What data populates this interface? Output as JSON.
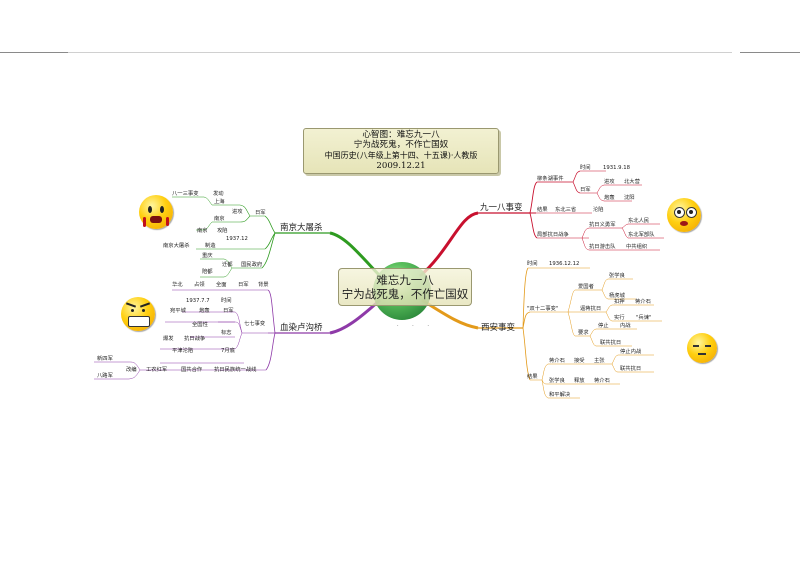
{
  "title": {
    "line1": "心智图：难忘九一八",
    "line2": "宁为战死鬼，不作亡国奴",
    "line3": "中国历史(八年级上第十四、十五课)·人教版",
    "line4": "2009.12.21"
  },
  "center": {
    "line1": "难忘九一八",
    "line2": "宁为战死鬼，不作亡国奴"
  },
  "branches": {
    "b918": {
      "label": "九一八事变",
      "t1": "柳条湖事件",
      "t2": "时间",
      "t3": "1931.9.18",
      "t4": "日军",
      "t5": "进攻",
      "t6": "北大营",
      "t7": "炮轰",
      "t8": "沈阳",
      "t9": "结果",
      "t10": "东北三省",
      "t11": "沦陷",
      "t12": "局部抗日战争",
      "t13": "抗日义勇军",
      "t14": "东北人民",
      "t15": "东北军部队",
      "t16": "抗日游击队",
      "t17": "中共组织"
    },
    "nanjing": {
      "label": "南京大屠杀",
      "t1": "八一三事变",
      "t2": "发动",
      "t3": "上海",
      "t4": "进攻",
      "t5": "南京",
      "t6": "日军",
      "t7": "南京",
      "t8": "攻陷",
      "t9": "1937.12",
      "t10": "南京大屠杀",
      "t11": "制造",
      "t12": "重庆",
      "t13": "迁都",
      "t14": "国民政府",
      "t15": "陪都"
    },
    "lugou": {
      "label": "血染卢沟桥",
      "t1": "华北",
      "t2": "占领",
      "t3": "全面",
      "t4": "日军",
      "t5": "背景",
      "t6": "1937.7.7",
      "t7": "时间",
      "t8": "宛平城",
      "t9": "炮轰",
      "t10": "日军",
      "t11": "全国性",
      "t12": "标志",
      "t13": "七七事变",
      "t14": "爆发",
      "t15": "抗日战争",
      "t16": "平津沦陷",
      "t17": "7月底",
      "t18": "新四军",
      "t19": "改编",
      "t20": "工农红军",
      "t21": "国共合作",
      "t22": "抗日民族统一战线",
      "t23": "八路军"
    },
    "xian": {
      "label": "西安事变",
      "t1": "时间",
      "t2": "1936.12.12",
      "t3": "爱国者",
      "t4": "张学良",
      "t5": "杨虎城",
      "t6": "\"双十二事变\"",
      "t7": "扣押",
      "t8": "蒋介石",
      "t9": "逼蒋抗日",
      "t10": "实行",
      "t11": "\"兵谏\"",
      "t12": "要求",
      "t13": "停止",
      "t14": "内战",
      "t15": "联共抗日",
      "t16": "蒋介石",
      "t17": "接受",
      "t18": "主张",
      "t19": "停止内战",
      "t20": "联共抗日",
      "t21": "结果",
      "t22": "张学良",
      "t23": "释放",
      "t24": "蒋介石",
      "t25": "和平解决"
    }
  },
  "icons": [
    "bloody-face-emoji-icon",
    "dizzy-face-emoji-icon",
    "angry-face-emoji-icon",
    "sleepy-face-emoji-icon"
  ],
  "colors": {
    "branch_918": "#c8102e",
    "branch_nanjing": "#2e9b20",
    "branch_lugou": "#8e3aa8",
    "branch_xian": "#e39a1a",
    "title_bg": "#ecebc6"
  }
}
